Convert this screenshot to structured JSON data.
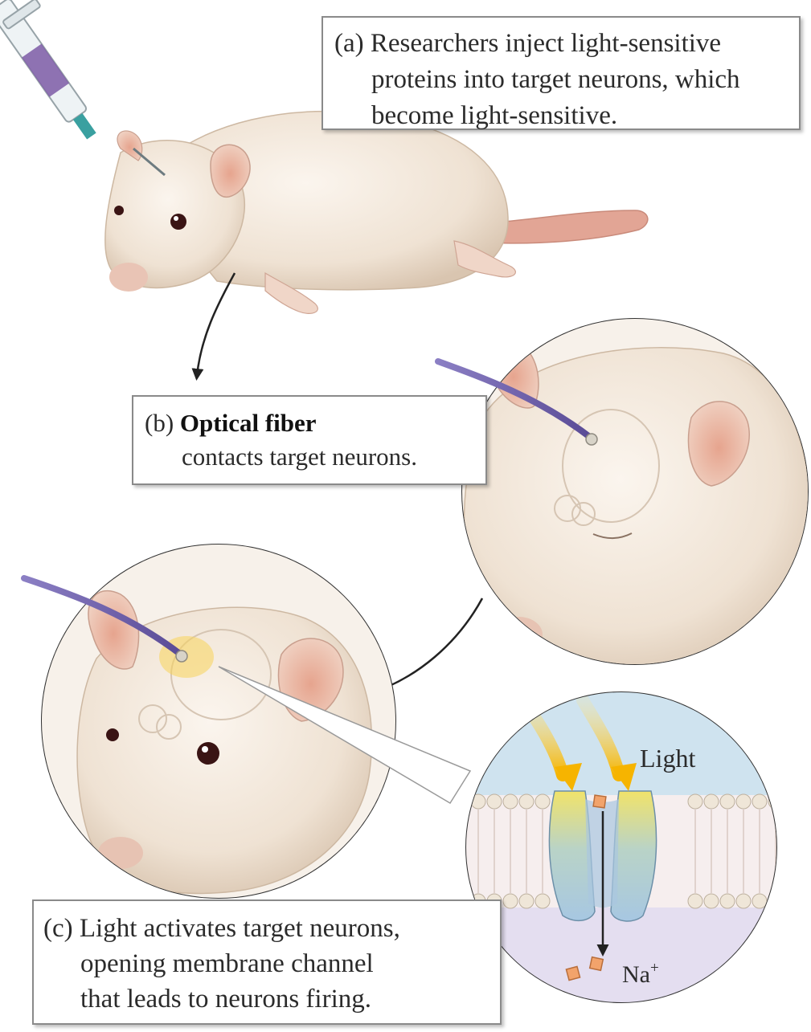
{
  "captions": {
    "a": {
      "letter": "(a)",
      "lines": [
        "Researchers inject light-sensitive",
        "proteins into target neurons, which",
        "become light-sensitive."
      ]
    },
    "b": {
      "letter": "(b)",
      "bold": "Optical fiber",
      "rest": "contacts target neurons."
    },
    "c": {
      "letter": "(c)",
      "lines": [
        "Light activates target neurons,",
        "opening membrane channel",
        "that leads to neurons firing."
      ]
    }
  },
  "labels": {
    "light": "Light",
    "ion": "Na",
    "ion_charge": "+"
  },
  "colors": {
    "rat_fur": "#f3e8dc",
    "rat_shade": "#d8c6b3",
    "ear_pink": "#e8b7a5",
    "tail": "#e0a393",
    "fiber": "#6d5fa8",
    "light_yellow": "#f7c21b",
    "channel_blue": "#9fc3de",
    "membrane_head": "#efe6d8",
    "extracellular": "#cfe3ef",
    "intracellular": "#e4def0",
    "ion_orange": "#f2a36b"
  }
}
